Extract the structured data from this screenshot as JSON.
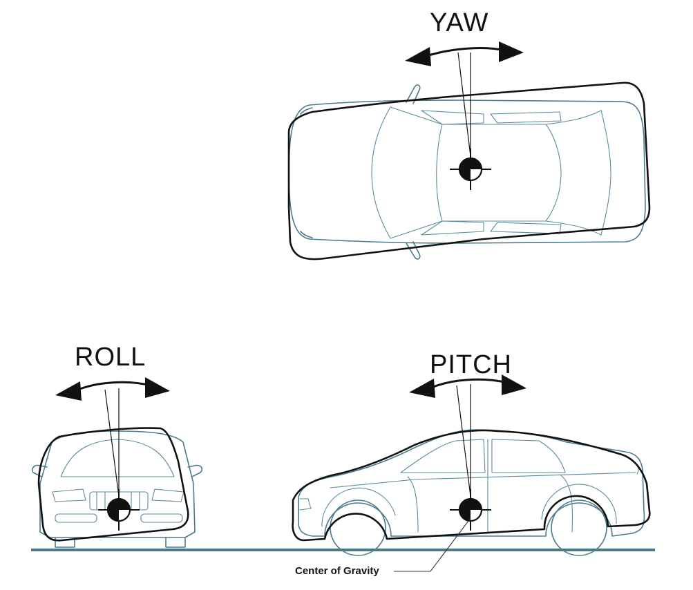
{
  "labels": {
    "yaw": "YAW",
    "roll": "ROLL",
    "pitch": "PITCH",
    "center_of_gravity": "Center of Gravity"
  },
  "colors": {
    "body_outline": "#4a7a8c",
    "displaced_outline": "#111111",
    "ground": "#4a7a8c"
  },
  "icons": [
    "rotation-arrow-icon",
    "center-of-gravity-icon"
  ]
}
